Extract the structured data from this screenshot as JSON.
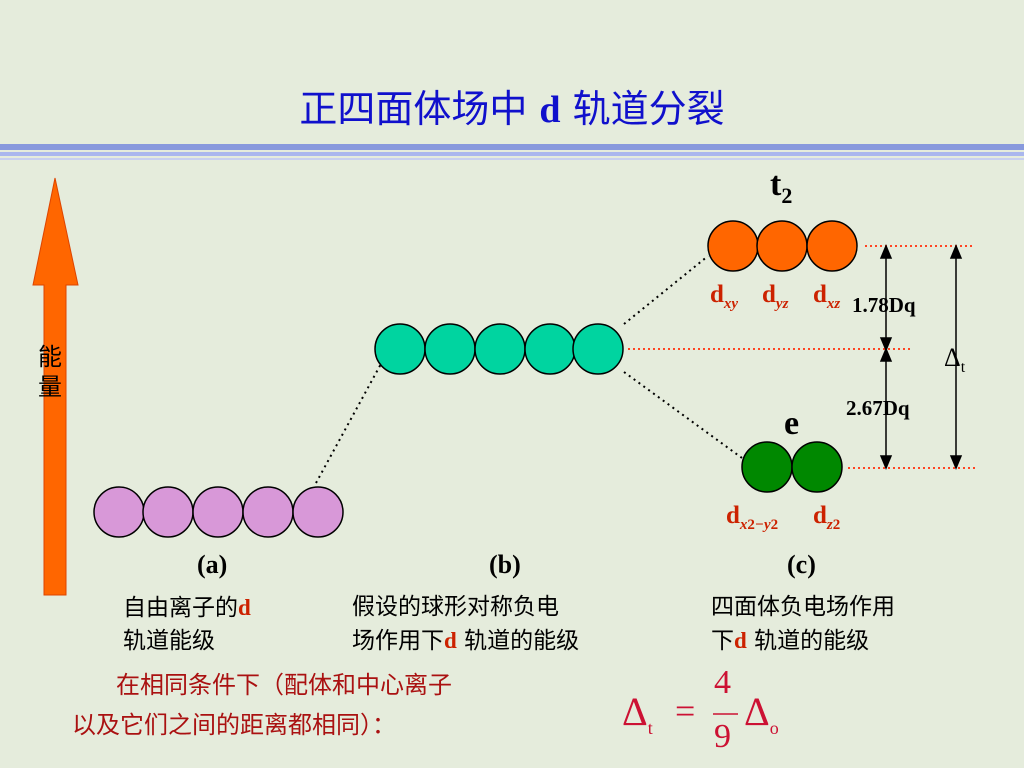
{
  "title": {
    "main": "正四面体场中",
    "d": "d",
    "rest": "轨道分裂"
  },
  "energy_axis": {
    "label_line1": "能",
    "label_line2": "量"
  },
  "levels": {
    "t2": {
      "main": "t",
      "sub": "2"
    },
    "e": "e"
  },
  "orbital_labels": {
    "dxy": {
      "d": "d",
      "sub": "xy"
    },
    "dyz": {
      "d": "d",
      "sub": "yz"
    },
    "dxz": {
      "d": "d",
      "sub": "xz"
    },
    "dx2y2": {
      "d": "d",
      "sub": "x",
      "sup": "2",
      "minus": "−y",
      "sup2": "2"
    },
    "dz2": {
      "d": "d",
      "sub": "z",
      "sup": "2"
    }
  },
  "gaps": {
    "upper": "1.78Dq",
    "lower": "2.67Dq",
    "delta": "Δ",
    "delta_sub": "t"
  },
  "panels": {
    "a": {
      "tag": "(a)",
      "line1": "自由离子的",
      "d": "d",
      "line2": "轨道能级"
    },
    "b": {
      "tag": "(b)",
      "line1": "假设的球形对称负电",
      "line2a": "场作用下",
      "d": "d",
      "line2b": " 轨道的能级"
    },
    "c": {
      "tag": "(c)",
      "line1": "四面体负电场作用",
      "line2a": "下",
      "d": "d",
      "line2b": " 轨道的能级"
    }
  },
  "note": {
    "line1": "在相同条件下（配体和中心离子",
    "line2": "以及它们之间的距离都相同）："
  },
  "formula": {
    "lhs": "Δ",
    "lhs_sub": "t",
    "eq": "=",
    "num": "4",
    "den": "9",
    "rhs": "Δ",
    "rhs_sub": "o"
  },
  "colors": {
    "title": "#1010cc",
    "free_ion": "#d898d8",
    "spherical": "#00d4a0",
    "t2": "#ff6600",
    "e": "#008800",
    "arrow": "#ff6600",
    "guide": "#ff4422",
    "red_text": "#cc2200"
  }
}
